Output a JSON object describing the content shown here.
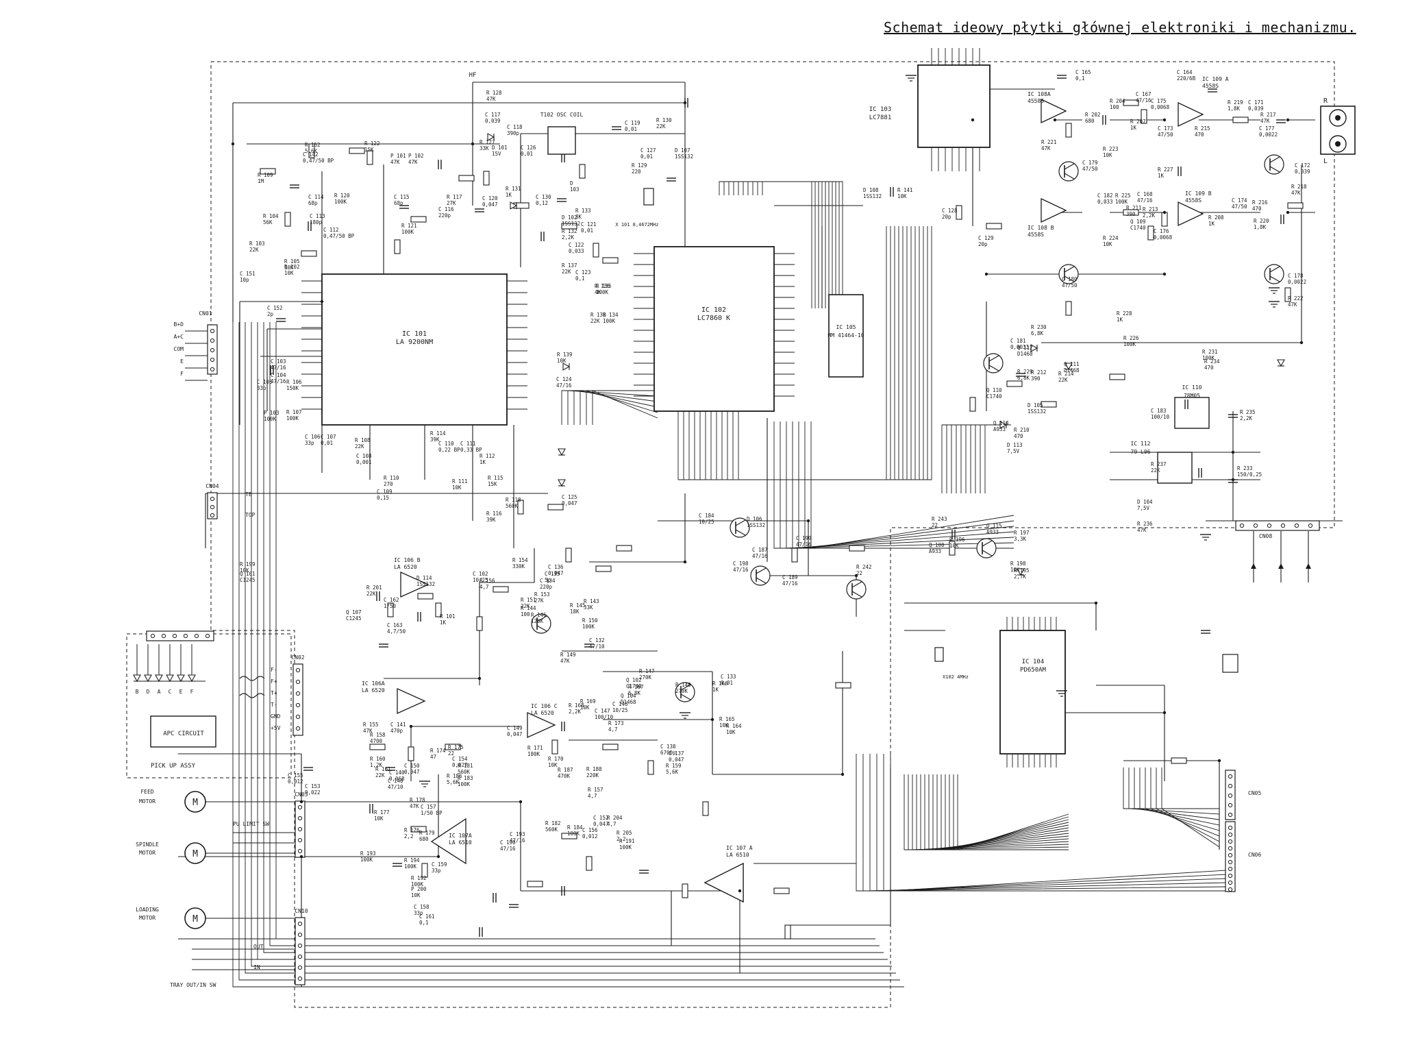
{
  "title": "Schemat ideowy płytki głównej elektroniki i mechanizmu.",
  "ics": [
    {
      "id": "ic101",
      "ref": "IC 101",
      "part": "LA 9200NM"
    },
    {
      "id": "ic102",
      "ref": "IC 102",
      "part": "LC7860 K"
    },
    {
      "id": "ic103",
      "ref": "IC 103",
      "part": "LC7881"
    },
    {
      "id": "ic104",
      "ref": "IC 104",
      "part": "PD650AM"
    },
    {
      "id": "ic105",
      "ref": "IC 105",
      "part": "MM 41464-10"
    },
    {
      "id": "ic110",
      "ref": "IC 110",
      "part": "78M05"
    },
    {
      "id": "ic112",
      "ref": "IC 112",
      "part": "79 L06"
    },
    {
      "id": "ic106a",
      "ref": "IC 106A",
      "part": "LA 6520"
    },
    {
      "id": "ic106b",
      "ref": "IC 106 B",
      "part": "LA 6520"
    },
    {
      "id": "ic106c",
      "ref": "IC 106 C",
      "part": "LA 6520"
    },
    {
      "id": "ic107a",
      "ref": "IC 107 A",
      "part": "LA 6510"
    },
    {
      "id": "ic107b",
      "ref": "IC 107A",
      "part": "LA 6510"
    },
    {
      "id": "ic108a",
      "ref": "IC 108A",
      "part": "4558S"
    },
    {
      "id": "ic108b",
      "ref": "IC 108 B",
      "part": "4558S"
    },
    {
      "id": "ic109a",
      "ref": "IC 109 A",
      "part": "4558S"
    },
    {
      "id": "ic109b",
      "ref": "IC 109 B",
      "part": "4558S"
    }
  ],
  "connectors": [
    "CN01",
    "CN02",
    "CN03",
    "CN04",
    "CN05",
    "CN06",
    "CN08",
    "CN10"
  ],
  "cn01_pins": [
    "B+D",
    "A+C",
    "COM",
    "E",
    "F"
  ],
  "cn02_pins": [
    "F-",
    "F+",
    "T+",
    "T-",
    "GND",
    "+5V"
  ],
  "cn04_pins": [
    "TE",
    "TOP"
  ],
  "pickup": {
    "label": "PICK UP ASSY",
    "apc": "APC CIRCUIT",
    "diodes": [
      "B",
      "D",
      "A",
      "C",
      "E",
      "F"
    ]
  },
  "motors": [
    {
      "name": "FEED MOTOR",
      "symbol": "M"
    },
    {
      "name": "SPINDLE MOTOR",
      "symbol": "M"
    },
    {
      "name": "LOADING MOTOR",
      "symbol": "M"
    }
  ],
  "switches": [
    "PU LIMIT SW",
    "OUT",
    "IN",
    "TRAY OUT/IN SW"
  ],
  "misc": {
    "hf": "HF",
    "osc": "T102 OSC COIL",
    "xtal": "X 101 8,4672MHz",
    "xtal2": "X102 4MHz",
    "rl": [
      "R",
      "L"
    ]
  },
  "components": [
    "R 109 1M",
    "R 152 5,6K",
    "C 142 0,47/50 BP",
    "R 122 15K",
    "P 101 47K",
    "P 102 47K",
    "C 114 68p",
    "R 120 100K",
    "C 113 180p",
    "C 112 0,47/50 BP",
    "C 115 68p",
    "R 121 100K",
    "R 104 56K",
    "R 103 22K",
    "C 151 10p",
    "R 105 10K",
    "R 102 10K",
    "C 152 2p",
    "C 103 47/16",
    "C 104 47/16",
    "C 105 33p",
    "R 106 150K",
    "R 107 100K",
    "P 103 100K",
    "C 106 33p",
    "C 107 0,01",
    "R 108 22K",
    "C 108 0,001",
    "R 110 270",
    "C 109 0,15",
    "R 114 39K",
    "C 110 0,22 BP",
    "C 111 0,33 BP",
    "R 111 10K",
    "R 112 1K",
    "R 115 15K",
    "R 118 560K",
    "R 116 39K",
    "R 117 27K",
    "C 116 220p",
    "R 128 47K",
    "C 117 0,039",
    "C 118 390p",
    "R 127 33K",
    "C 126 0,01",
    "D 101 15V",
    "D 103",
    "C 119 0,01",
    "R 130 22K",
    "R 129 220",
    "C 120 0,047",
    "R 131 1K",
    "C 130 0,12",
    "D 102 1SS132",
    "R 133 8K",
    "R 132 2,2K",
    "C 121 0,01",
    "C 122 0,033",
    "R 137 22K",
    "C 123 0,1",
    "R 138 22K",
    "R 136 4K",
    "R 134 100K",
    "R 135 100K",
    "R 139 10K",
    "C 124 47/16",
    "C 125 0,047",
    "C 127 0,01",
    "D 107 1SS132",
    "D 108 1SS132",
    "R 141 10K",
    "C 128 20p",
    "C 129 20p",
    "C 165 0,1",
    "C 164 220/6B",
    "R 202 680",
    "R 204 100",
    "C 167 47/16",
    "C 175 0,0068",
    "R 207 1K",
    "C 173 47/50",
    "R 215 470",
    "R 219 1,8K",
    "C 171 0,039",
    "R 217 47K",
    "C 177 0,0022",
    "R 221 47K",
    "R 223 10K",
    "C 179 47/50",
    "R 227 1K",
    "C 182 0,033",
    "R 225 100K",
    "C 168 47/16",
    "R 211 390",
    "R 213 2,2K",
    "Q 109 C1740",
    "C 176 0,0068",
    "R 208 1K",
    "C 174 47/50",
    "R 216 470",
    "R 220 1,8K",
    "C 172 0,039",
    "R 218 47K",
    "C 178 0,0022",
    "R 222 47K",
    "R 224 10K",
    "C 180 47/50",
    "R 228 1K",
    "R 226 100K",
    "C 181 0,0033",
    "Q 112 D1468",
    "R 230 6,8K",
    "Q 111 D1468",
    "R 229 6,8K",
    "R 212 390",
    "R 214 22K",
    "Q 110 C1740",
    "R 231 100K",
    "R 234 470",
    "Q 114 A933",
    "D 105 1SS132",
    "R 210 470",
    "D 113 7,5V",
    "C 183 100/10",
    "R 235 2,2K",
    "R 237 22K",
    "R 233 150/0,25",
    "D 104 7,5V",
    "R 236 47K",
    "C 184 10/25",
    "D 106 1SS132",
    "C 187 47/16",
    "C 198 47/16",
    "C 189 47/16",
    "C 199 47/16",
    "R 242 22",
    "R 243 22",
    "Q 115 A933",
    "R 196 10K",
    "R 197 3,3K",
    "Q 108 A933",
    "R 198 10K",
    "R 195 2,7K",
    "R 199 10K",
    "Q 101 C1245",
    "R 201 22K",
    "C 162 1/50",
    "C 163 4,7/50",
    "Q 107 C1245",
    "D 114 1SS132",
    "R 101 1K",
    "C 102 10/25",
    "R 156 4,7",
    "R 154 330K",
    "C 136 0,047",
    "C 135 5p",
    "C 134 220p",
    "R 153 27K",
    "R 151 22K",
    "R 145 18K",
    "R 143 33K",
    "R 144 100",
    "R 146 120K",
    "R 150 100K",
    "C 132 47/10",
    "R 149 47K",
    "R 147 270K",
    "Q 102 C1740",
    "R 148 270K",
    "C 133 0,01",
    "R 166 1K",
    "R 167 6,8K",
    "C 146 10/25",
    "Q 104 D1468",
    "R 165 10K",
    "R 164 10K",
    "R 168 2,2K",
    "R 169 10K",
    "C 147 100/10",
    "R 173 4,7",
    "C 149 0,047",
    "R 171 180K",
    "R 170 10K",
    "R 187 470K",
    "R 188 220K",
    "R 157 4,7",
    "C 138 6700p",
    "C 137 0,047",
    "R 159 5,6K",
    "R 155 47K",
    "R 158 4700",
    "C 141 470p",
    "R 160 1,2K",
    "R 161 22K",
    "C 140 0,068",
    "C 148 47/10",
    "C 150 0,047",
    "R 174 47",
    "R 175 22",
    "C 154 0,027",
    "R 181 560K",
    "R 183 100K",
    "R 186 5,6K",
    "C 155 0,012",
    "C 153 0,022",
    "R 177 10K",
    "R 178 47K",
    "C 157 1/50 BP",
    "R 176 2,2",
    "R 179 680",
    "C 193 47/16",
    "C 190 47/16",
    "R 182 560K",
    "R 184 100K",
    "C 156 0,012",
    "C 152 0,047",
    "R 204 4,7",
    "R 205 2,2",
    "R 191 100K",
    "R 193 100K",
    "R 194 100K",
    "R 192 100K",
    "P 200 10K",
    "C 159 33p",
    "C 158 33p",
    "C 161 0,1"
  ]
}
